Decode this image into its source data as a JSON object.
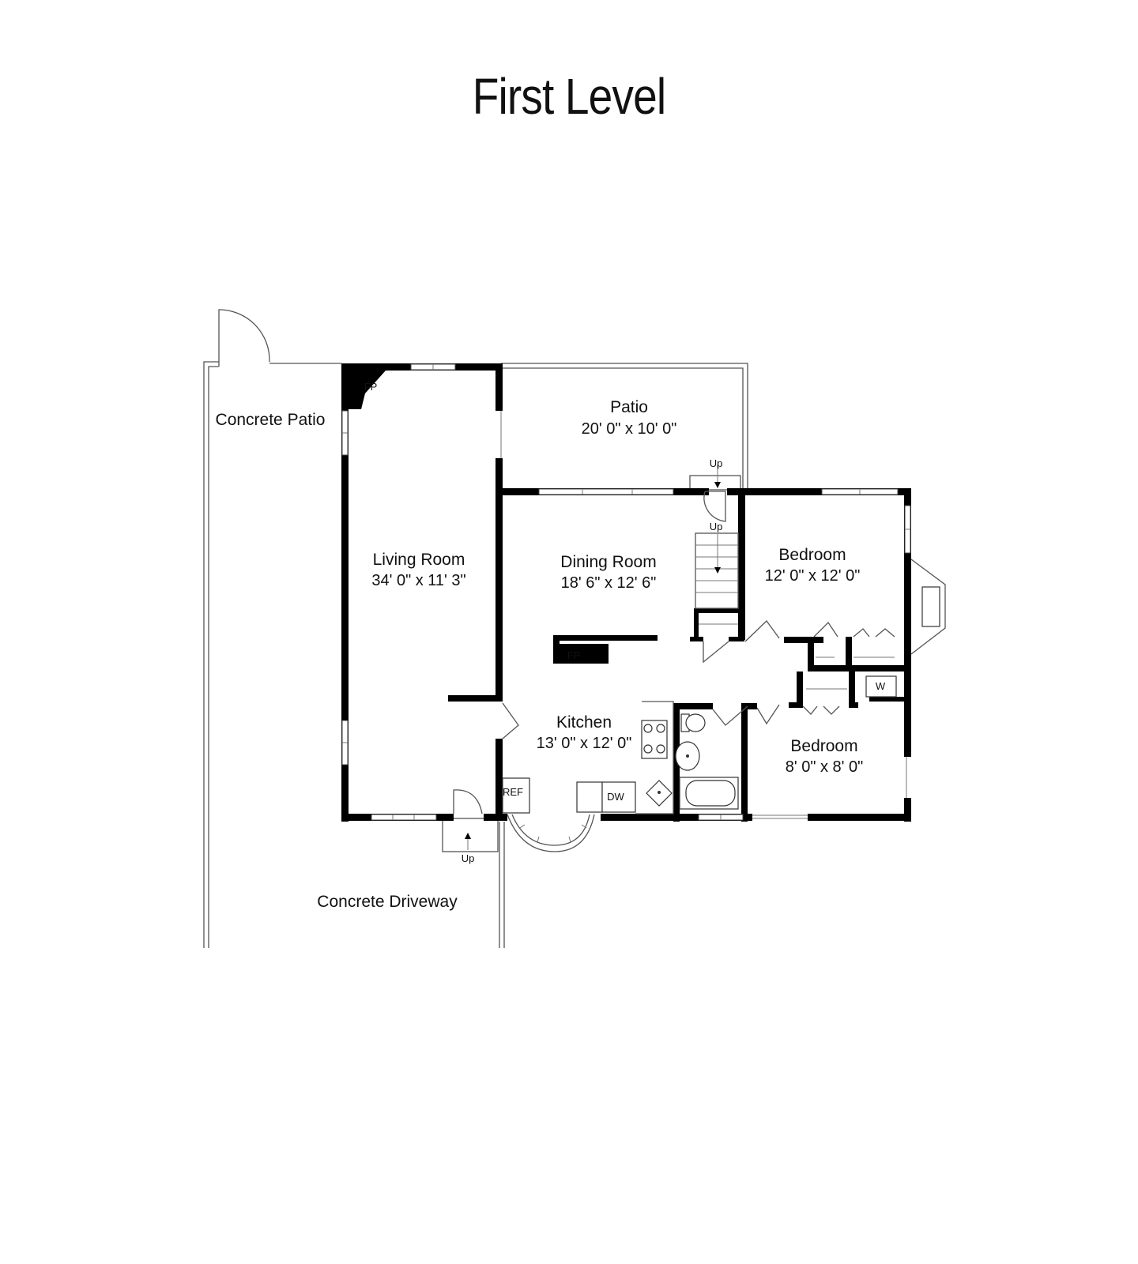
{
  "title": "First Level",
  "rooms": {
    "concrete_patio": {
      "name": "Concrete Patio"
    },
    "living_room": {
      "name": "Living Room",
      "size": "34' 0\" x 11' 3\""
    },
    "patio": {
      "name": "Patio",
      "size": "20' 0\" x 10' 0\""
    },
    "dining_room": {
      "name": "Dining Room",
      "size": "18' 6\" x 12' 6\""
    },
    "bedroom_1": {
      "name": "Bedroom",
      "size": "12' 0\" x 12' 0\""
    },
    "kitchen": {
      "name": "Kitchen",
      "size": "13' 0\" x 12' 0\""
    },
    "bedroom_2": {
      "name": "Bedroom",
      "size": "8' 0\" x 8' 0\""
    },
    "concrete_driveway": {
      "name": "Concrete Driveway"
    }
  },
  "fixtures": {
    "fireplace_living": "FP",
    "fireplace_dining": "FP",
    "refrigerator": "REF",
    "dishwasher": "DW",
    "washer": "W"
  },
  "stairs": {
    "patio_steps": "Up",
    "interior_stairs": "Up",
    "front_steps": "Up"
  }
}
